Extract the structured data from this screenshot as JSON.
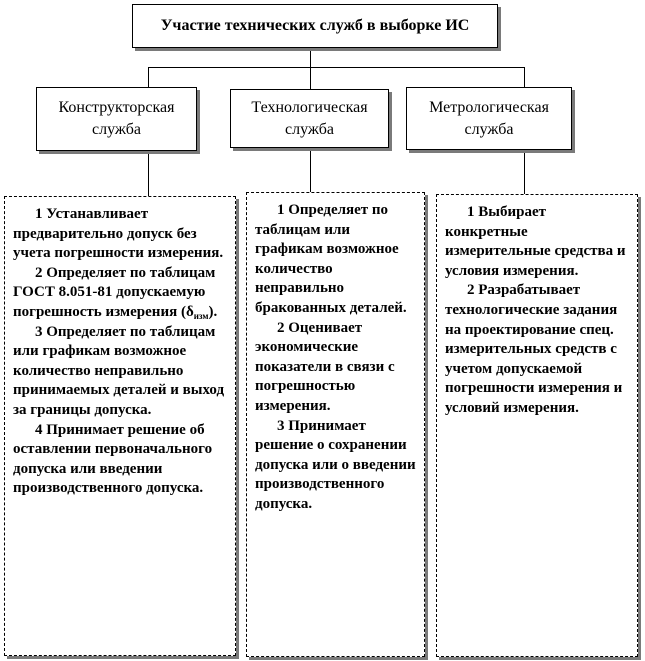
{
  "title": "Участие технических служб в выборке ИС",
  "services": [
    {
      "name": "Конструкторская служба"
    },
    {
      "name": "Технологическая служба"
    },
    {
      "name": "Метрологическая служба"
    }
  ],
  "details": {
    "design": [
      "1 Устанавливает предварительно допуск без учета погрешности измерения.",
      "2 Определяет по таблицам ГОСТ 8.051-81 допускаемую погрешность измерения (δизм).",
      "3 Определяет по таблицам или графикам возможное количество неправильно принимаемых деталей и выход за границы допуска.",
      "4 Принимает решение об оставлении первоначального допуска или введении производственного допуска."
    ],
    "technology": [
      "1 Определяет по таблицам или графикам возможное количество неправильно бракованных деталей.",
      "2 Оценивает экономические показатели в связи с погрешностью измерения.",
      "3 Принимает решение о сохранении допуска или о введении производственного допуска."
    ],
    "metrology": [
      "1 Выбирает конкретные измерительные средства и условия измерения.",
      "2 Разрабатывает технологические задания на проектирование спец. измерительных средств с учетом допускаемой погрешности измерения и условий измерения."
    ]
  }
}
